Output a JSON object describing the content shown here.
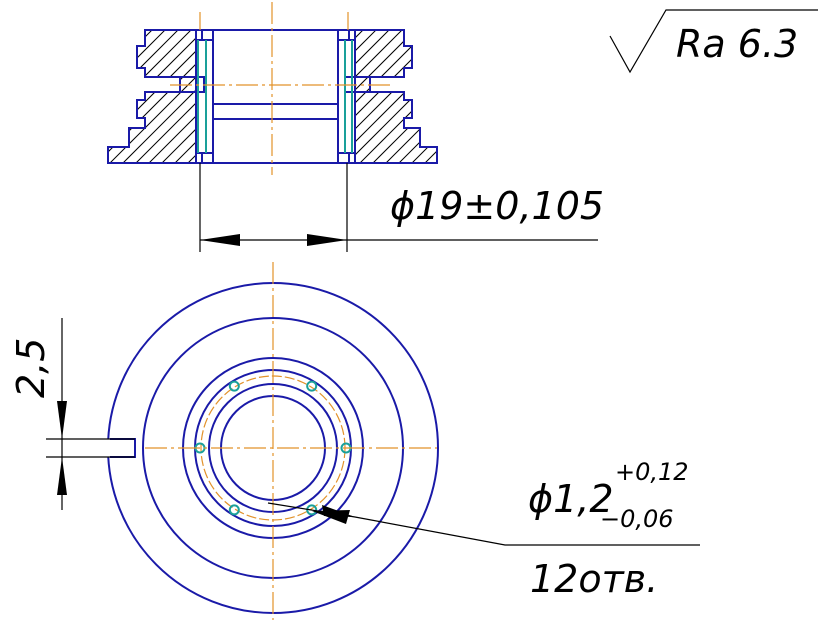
{
  "labels": {
    "roughness": "Ra 6.3",
    "diameter_main": "ϕ19±0,105",
    "slot_depth": "2,5",
    "hole_diameter": "ϕ1,2",
    "hole_tol_upper": "+0,12",
    "hole_tol_lower": "−0,06",
    "hole_count": "12отв."
  },
  "colors": {
    "outline": "#1a1aa8",
    "centerline": "#e2922a",
    "hidden_feature": "#1aa09a",
    "dimension": "#000000"
  }
}
